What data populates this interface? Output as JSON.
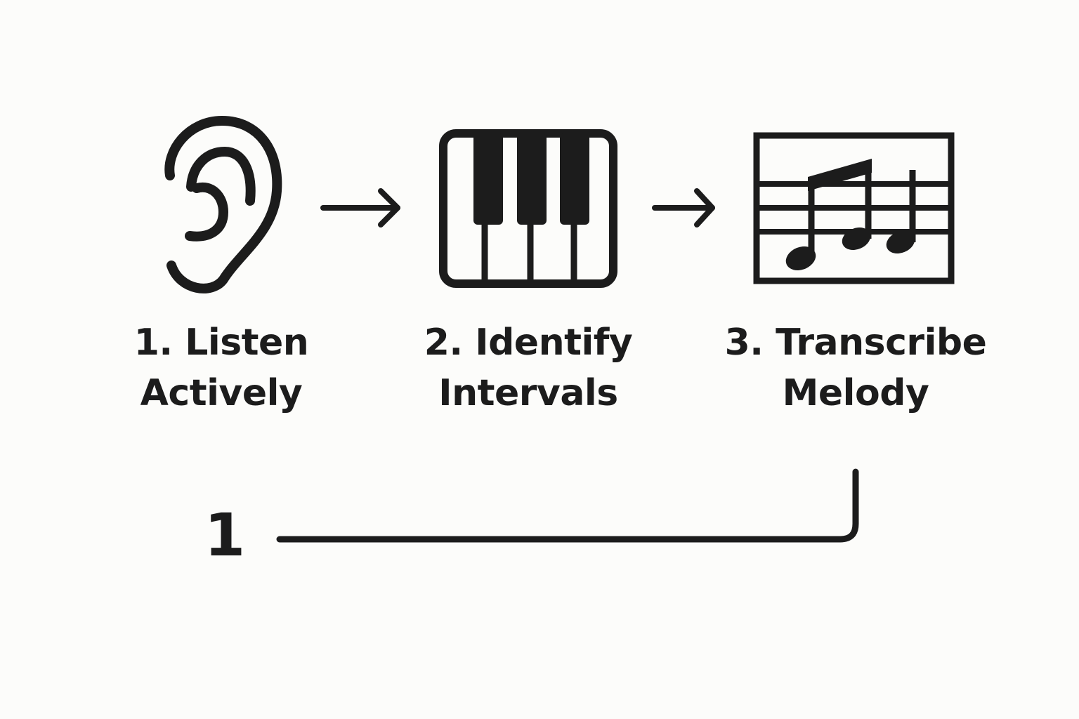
{
  "steps": [
    {
      "number_label": "1.",
      "line1": "Listen",
      "line2": "Actively",
      "icon": "ear-icon"
    },
    {
      "number_label": "2.",
      "line1": "Identify",
      "line2": "Intervals",
      "icon": "piano-keys-icon"
    },
    {
      "number_label": "3.",
      "line1": "Transcribe",
      "line2": "Melody",
      "icon": "sheet-music-icon"
    }
  ],
  "loop": {
    "label": "1"
  },
  "colors": {
    "ink": "#1c1c1c",
    "background": "#fcfcfa"
  }
}
